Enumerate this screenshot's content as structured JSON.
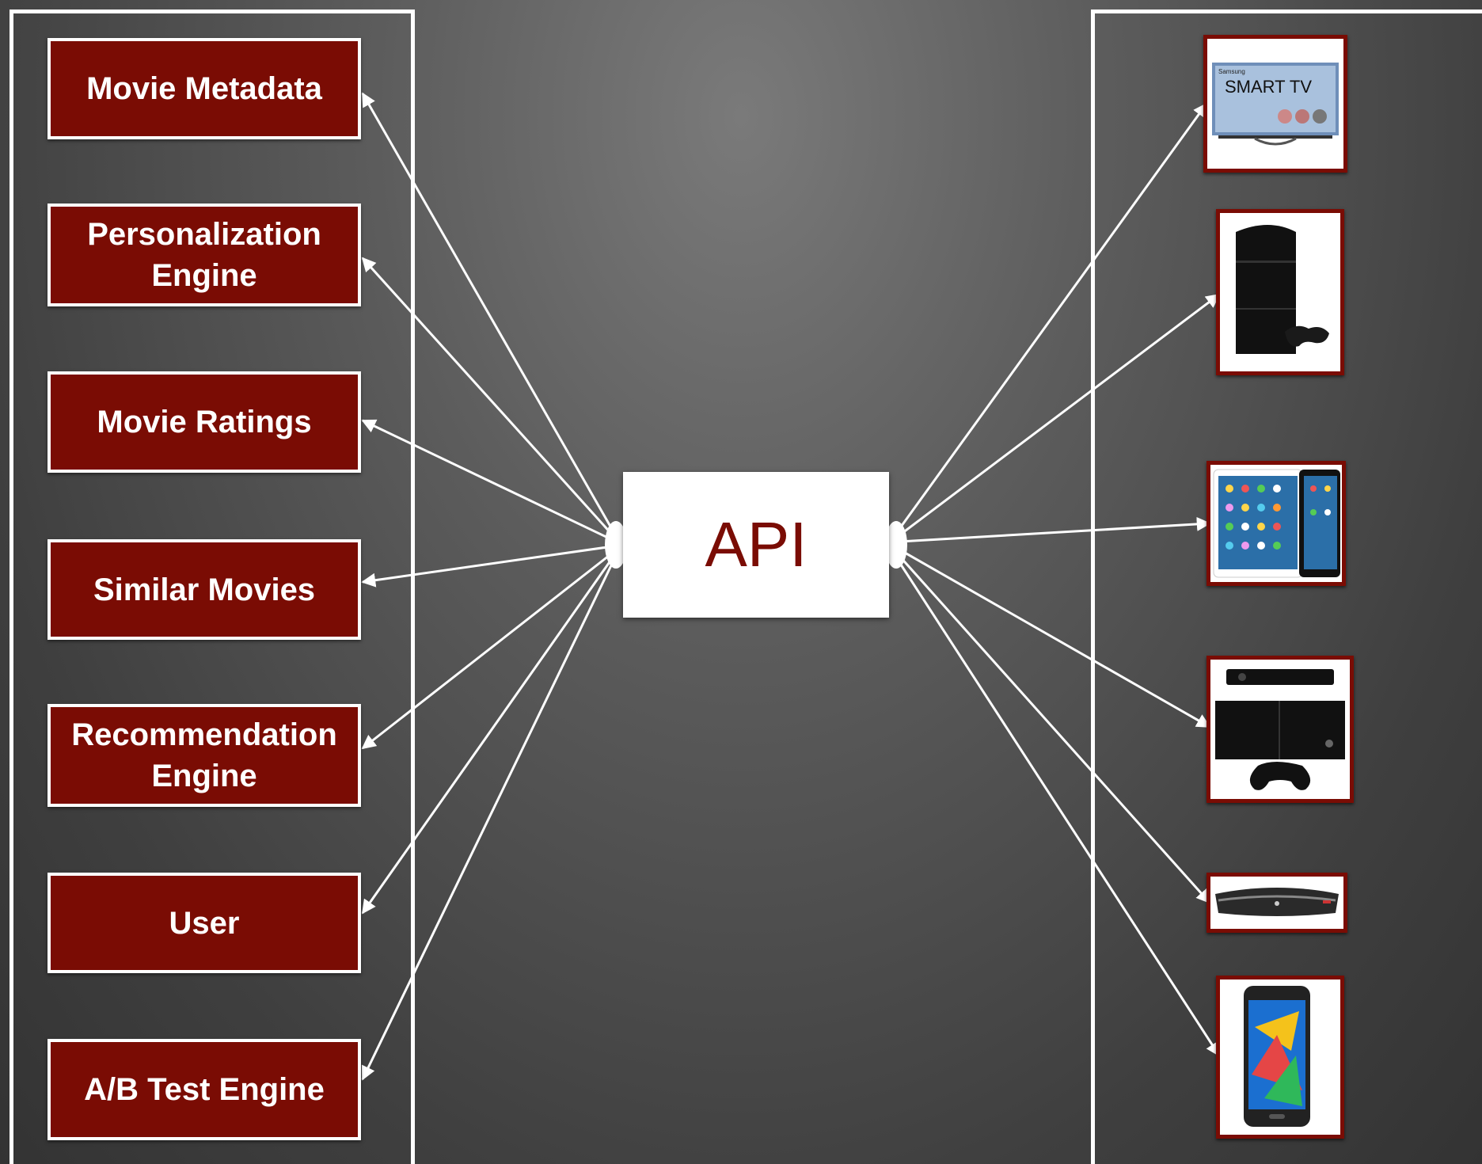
{
  "diagram": {
    "hub": {
      "label": "API"
    },
    "services": [
      {
        "label": "Movie Metadata"
      },
      {
        "label": "Personalization Engine"
      },
      {
        "label": "Movie Ratings"
      },
      {
        "label": "Similar Movies"
      },
      {
        "label": "Recommendation Engine"
      },
      {
        "label": "User"
      },
      {
        "label": "A/B Test Engine"
      }
    ],
    "devices": [
      {
        "icon": "smart-tv-icon",
        "brand_text": "Samsung",
        "screen_text": "SMART TV"
      },
      {
        "icon": "game-console-tower-icon"
      },
      {
        "icon": "tablet-icon"
      },
      {
        "icon": "game-console-kinect-icon"
      },
      {
        "icon": "set-top-box-icon"
      },
      {
        "icon": "smartphone-icon"
      }
    ],
    "colors": {
      "service_fill": "#7a0c04",
      "api_text": "#7a0c04",
      "connector": "#ffffff",
      "device_border": "#7a0c04"
    }
  }
}
